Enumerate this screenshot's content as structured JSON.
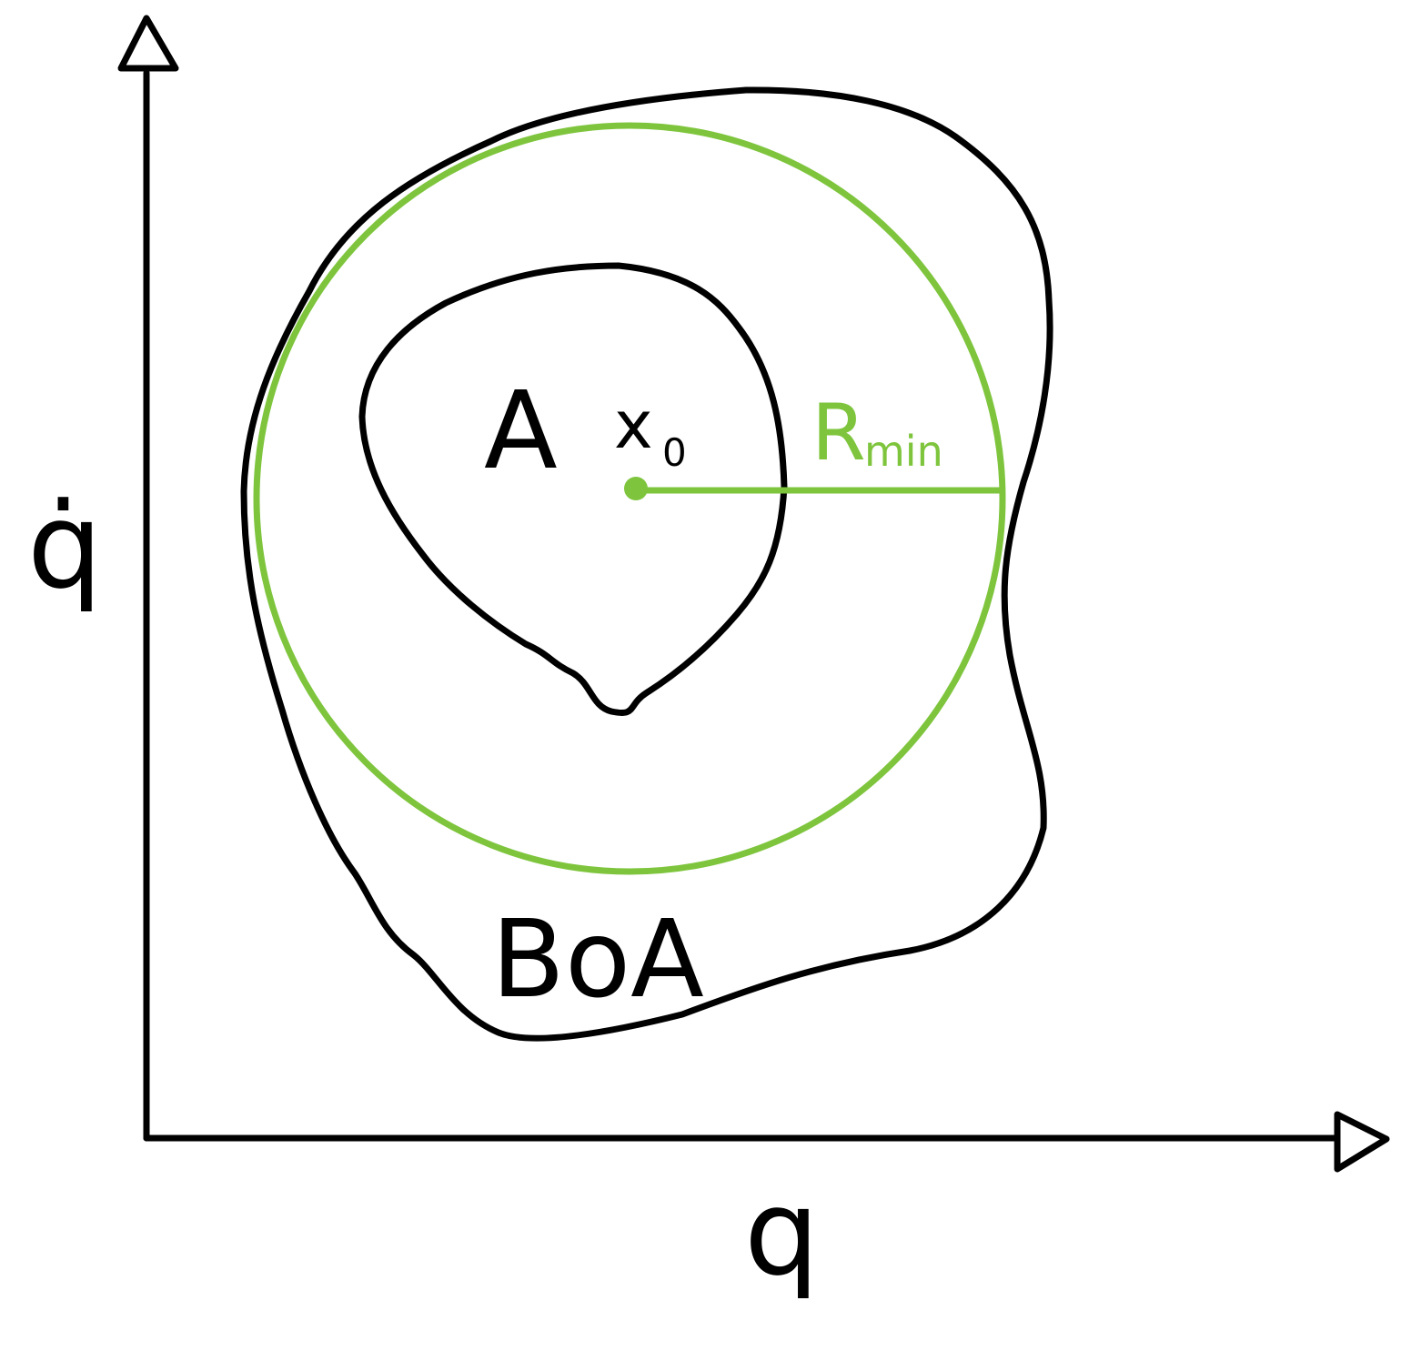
{
  "axes": {
    "x_label": "q",
    "y_label": "q̇"
  },
  "regions": {
    "inner_label": "A",
    "outer_label": "BoA"
  },
  "center": {
    "label_main": "x",
    "label_sub": "0"
  },
  "radius": {
    "label_main": "R",
    "label_sub": "min"
  },
  "colors": {
    "ink": "#000000",
    "accent": "#7ec53d"
  }
}
